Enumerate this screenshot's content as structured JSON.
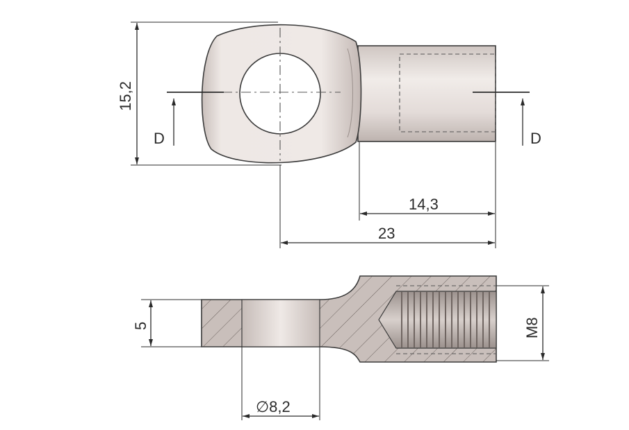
{
  "dimensions": {
    "height_top": "15,2",
    "barrel_length": "14,3",
    "total_length": "23",
    "thickness": "5",
    "hole_diameter": "∅8,2",
    "thread": "M8"
  },
  "section": {
    "left_label": "D",
    "right_label": "D"
  },
  "colors": {
    "body_fill": "#e6dedb",
    "body_shadow": "#b9afab",
    "section_fill": "#c9bfbb",
    "line": "#2a2a2a"
  }
}
